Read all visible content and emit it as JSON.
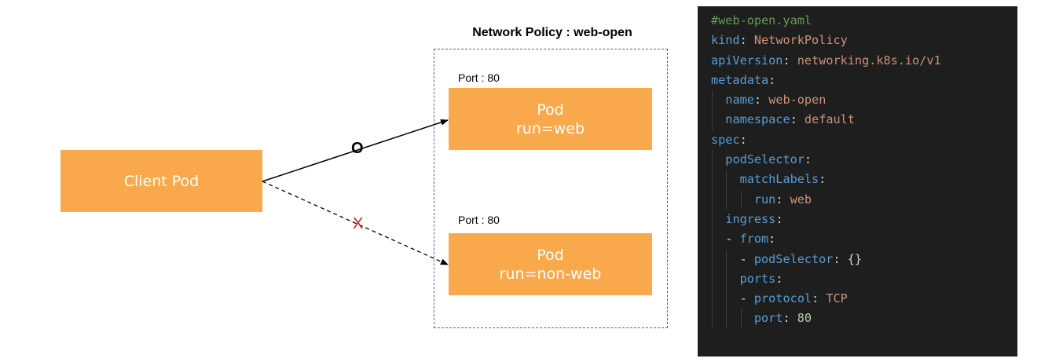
{
  "policy": {
    "title": "Network Policy : web-open"
  },
  "client_pod": {
    "label": "Client Pod"
  },
  "pods": [
    {
      "port_label": "Port : 80",
      "name": "Pod",
      "selector": "run=web"
    },
    {
      "port_label": "Port : 80",
      "name": "Pod",
      "selector": "run=non-web"
    }
  ],
  "connections": {
    "allowed_mark": "O",
    "denied_mark": "X"
  },
  "colors": {
    "pod_fill": "#f9a94b",
    "allowed_mark": "#000000",
    "denied_mark": "#e02020",
    "policy_border": "#4a6a9a",
    "code_bg": "#1e1e1e"
  },
  "code": {
    "lines": [
      {
        "indent": 0,
        "comment": "#web-open.yaml"
      },
      {
        "indent": 0,
        "key": "kind",
        "value": "NetworkPolicy"
      },
      {
        "indent": 0,
        "key": "apiVersion",
        "value": "networking.k8s.io/v1"
      },
      {
        "indent": 0,
        "key": "metadata"
      },
      {
        "indent": 1,
        "key": "name",
        "value": "web-open"
      },
      {
        "indent": 1,
        "key": "namespace",
        "value": "default"
      },
      {
        "indent": 0,
        "key": "spec"
      },
      {
        "indent": 1,
        "key": "podSelector"
      },
      {
        "indent": 2,
        "key": "matchLabels"
      },
      {
        "indent": 3,
        "key": "run",
        "value": "web"
      },
      {
        "indent": 1,
        "key": "ingress"
      },
      {
        "indent": 1,
        "dash": true,
        "key": "from"
      },
      {
        "indent": 2,
        "dash": true,
        "key": "podSelector",
        "punct": "{}"
      },
      {
        "indent": 2,
        "key": "ports"
      },
      {
        "indent": 2,
        "dash": true,
        "key": "protocol",
        "value": "TCP"
      },
      {
        "indent": 3,
        "key": "port",
        "number": "80"
      }
    ]
  }
}
